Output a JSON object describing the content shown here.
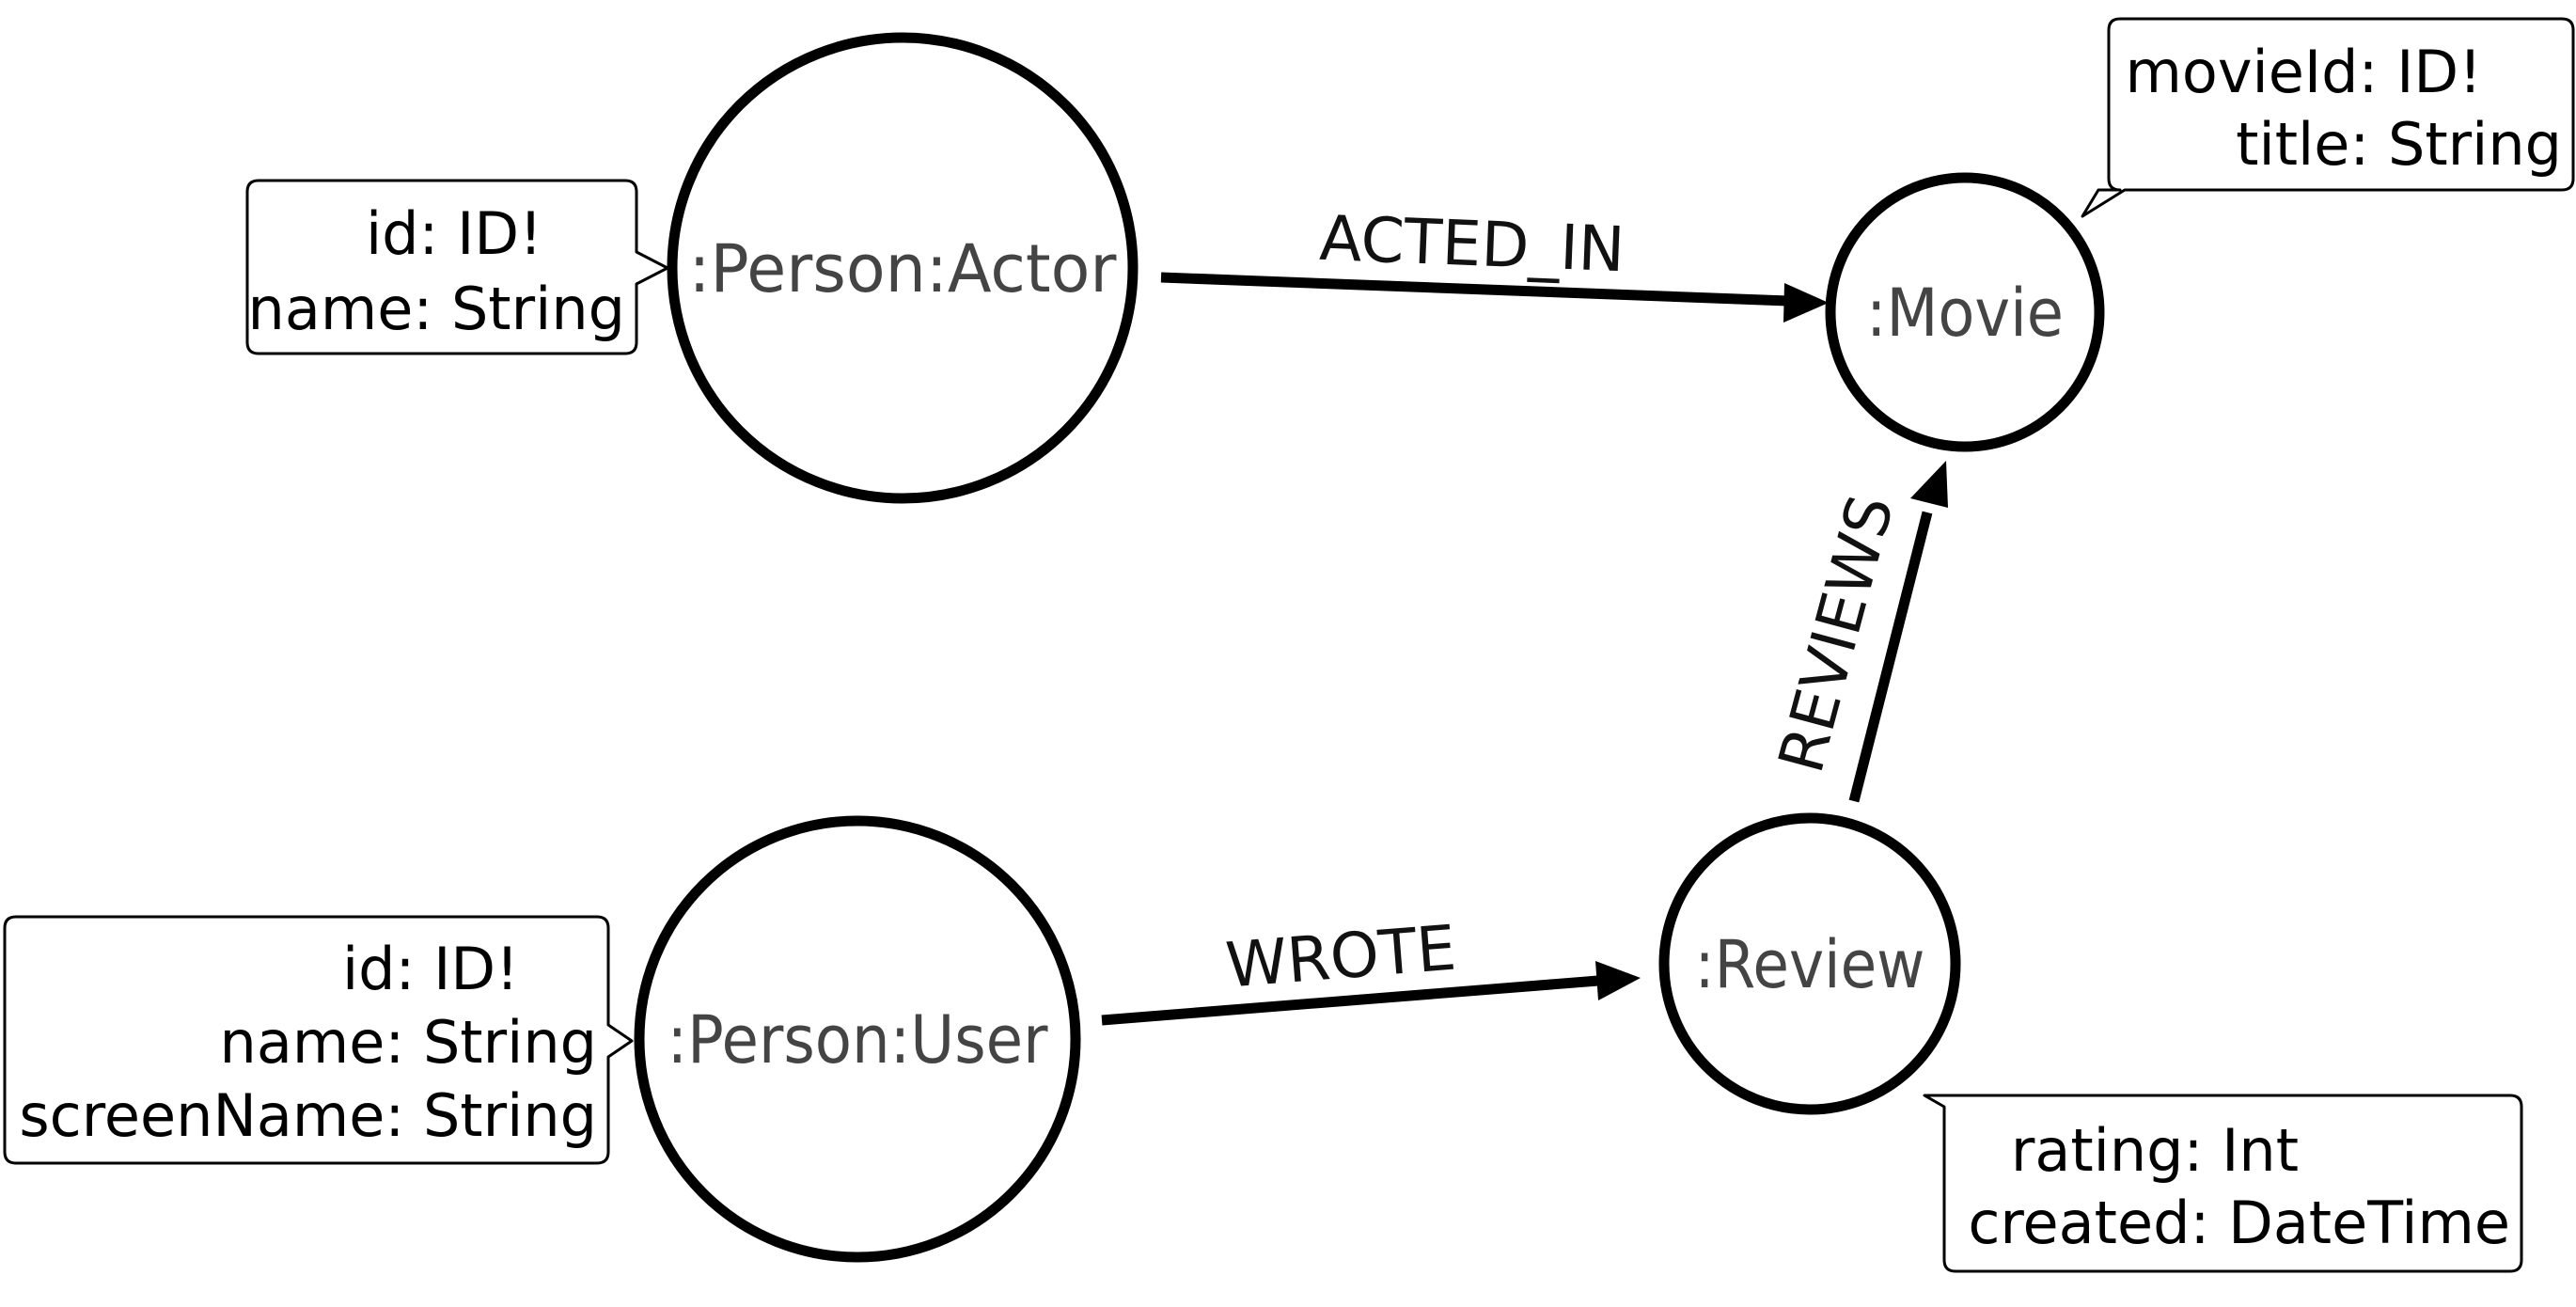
{
  "nodes": {
    "actor": {
      "label": ":Person:Actor",
      "properties": [
        "id: ID!",
        "name: String"
      ]
    },
    "movie": {
      "label": ":Movie",
      "properties": [
        "movieId: ID!",
        "title: String"
      ]
    },
    "user": {
      "label": ":Person:User",
      "properties": [
        "id: ID!",
        "name: String",
        "screenName: String"
      ]
    },
    "review": {
      "label": ":Review",
      "properties": [
        "rating: Int",
        "created: DateTime"
      ]
    }
  },
  "edges": {
    "acted_in": {
      "label": "ACTED_IN",
      "from": "actor",
      "to": "movie"
    },
    "wrote": {
      "label": "WROTE",
      "from": "user",
      "to": "review"
    },
    "reviews": {
      "label": "REVIEWS",
      "from": "review",
      "to": "movie"
    }
  },
  "colors": {
    "stroke": "#000000",
    "node_label": "#444444",
    "background": "#ffffff"
  }
}
